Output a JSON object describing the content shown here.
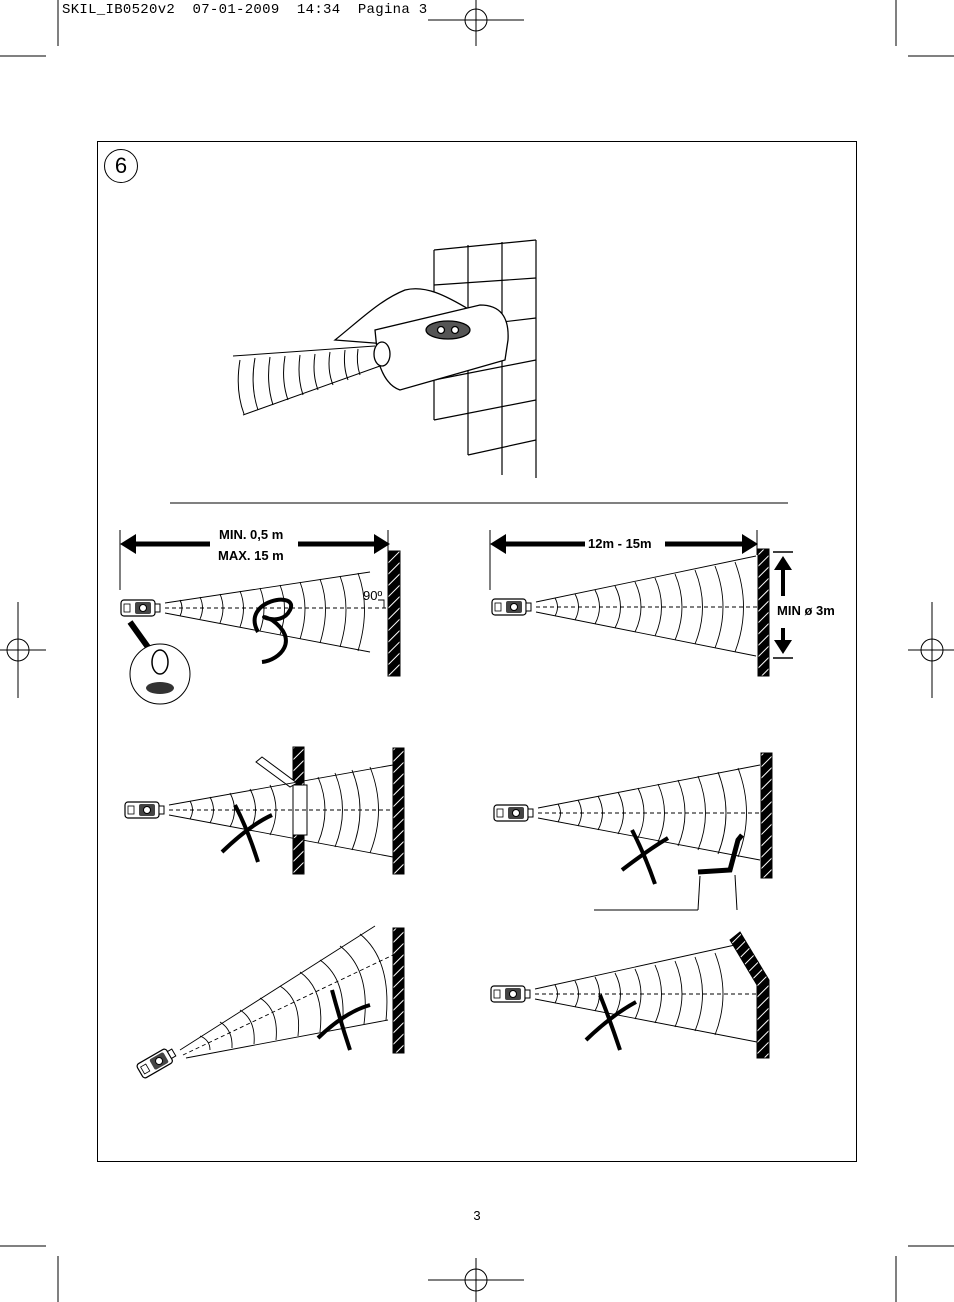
{
  "header": {
    "text": "SKIL_IB0520v2  07-01-2009  14:34  Pagina 3"
  },
  "figure": {
    "number": "6",
    "labels": {
      "min_distance": "MIN. 0,5 m",
      "max_distance": "MAX. 15 m",
      "angle": "90º",
      "range": "12m - 15m",
      "min_diameter": "MIN ø 3m"
    }
  },
  "page_number": "3"
}
